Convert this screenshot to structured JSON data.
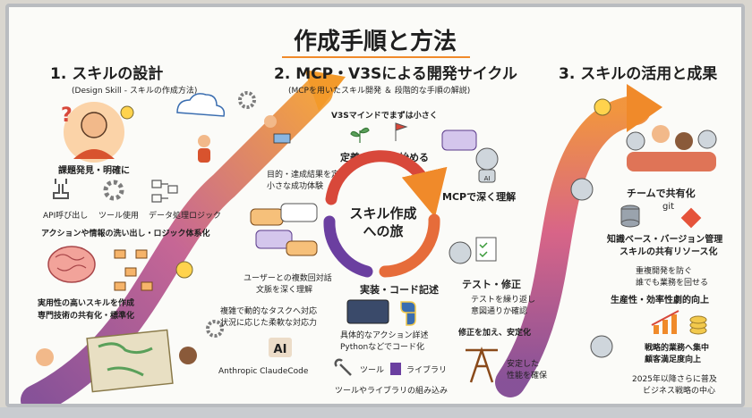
{
  "title": "作成手順と方法",
  "sections": {
    "s1": {
      "heading": "1. スキルの設計",
      "sub": "(Design Skill - スキルの作成方法)"
    },
    "s2": {
      "heading": "2. MCP・V3Sによる開発サイクル",
      "sub": "(MCPを用いたスキル開発 ＆ 段階的な手順の解説)"
    },
    "s3": {
      "heading": "3. スキルの活用と成果"
    }
  },
  "left": {
    "problem": "課題発見・明確に",
    "api": "API呼び出し",
    "tool": "ツール使用",
    "data": "データ処理ロジック",
    "systematize": "アクションや情報の洗い出し・ロジック体系化",
    "practical1": "実用性の高いスキルを作成",
    "practical2": "専門技術の共有化・標準化"
  },
  "middle": {
    "goal1": "目的・達成結果を定義",
    "goal2": "小さな成功体験",
    "dialog1": "ユーザーとの複数回対話",
    "dialog2": "文脈を深く理解",
    "flex1": "複雑で動的なタスクへ対応",
    "flex2": "状況に応じた柔軟な対応力",
    "brand_logo": "AI",
    "brand": "Anthropic ClaudeCode"
  },
  "cycle": {
    "mindset": "V3Sマインドでまずは小さく",
    "define": "定義・小さく始める",
    "mcp": "MCPで深く理解",
    "center1": "スキル作成",
    "center2": "への旅",
    "impl": "実装・コード記述",
    "impl1": "具体的なアクション詳述",
    "impl2": "Pythonなどでコード化",
    "tool": "ツール",
    "library": "ライブラリ",
    "embed": "ツールやライブラリの組み込み",
    "test": "テスト・修正",
    "test1": "テストを繰り返し",
    "test2": "意図通りか確認",
    "stabilize": "修正を加え、安定化",
    "stable1": "安定した",
    "stable2": "性能を確保",
    "robot_badge": "AI"
  },
  "right": {
    "team": "チームで共有化",
    "git": "git",
    "kb1": "知識ベース・バージョン管理",
    "kb2": "スキルの共有リソース化",
    "prevent1": "重複開発を防ぐ",
    "prevent2": "誰でも業務を回せる",
    "productivity": "生産性・効率性劇的向上",
    "strategic1": "戦略的業務へ集中",
    "strategic2": "顧客満足度向上",
    "future1": "2025年以降さらに普及",
    "future2": "ビジネス戦略の中心"
  },
  "colors": {
    "accent_orange": "#f28c28",
    "path_purple": "#8e4a8f",
    "cycle_red": "#d8483a",
    "cycle_purple": "#6b3fa0",
    "gear_gray": "#7d7d7d"
  }
}
